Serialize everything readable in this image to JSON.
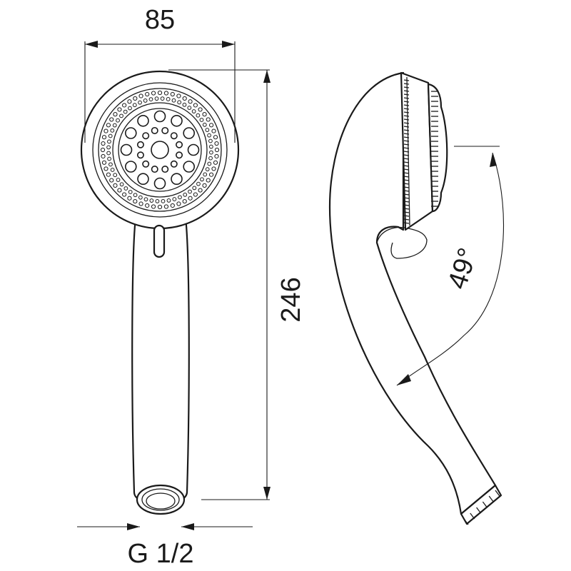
{
  "dimensions": {
    "width": "85",
    "height": "246",
    "angle": "49°",
    "thread": "G 1/2"
  },
  "colors": {
    "line": "#1a1a1a",
    "background": "#ffffff"
  }
}
